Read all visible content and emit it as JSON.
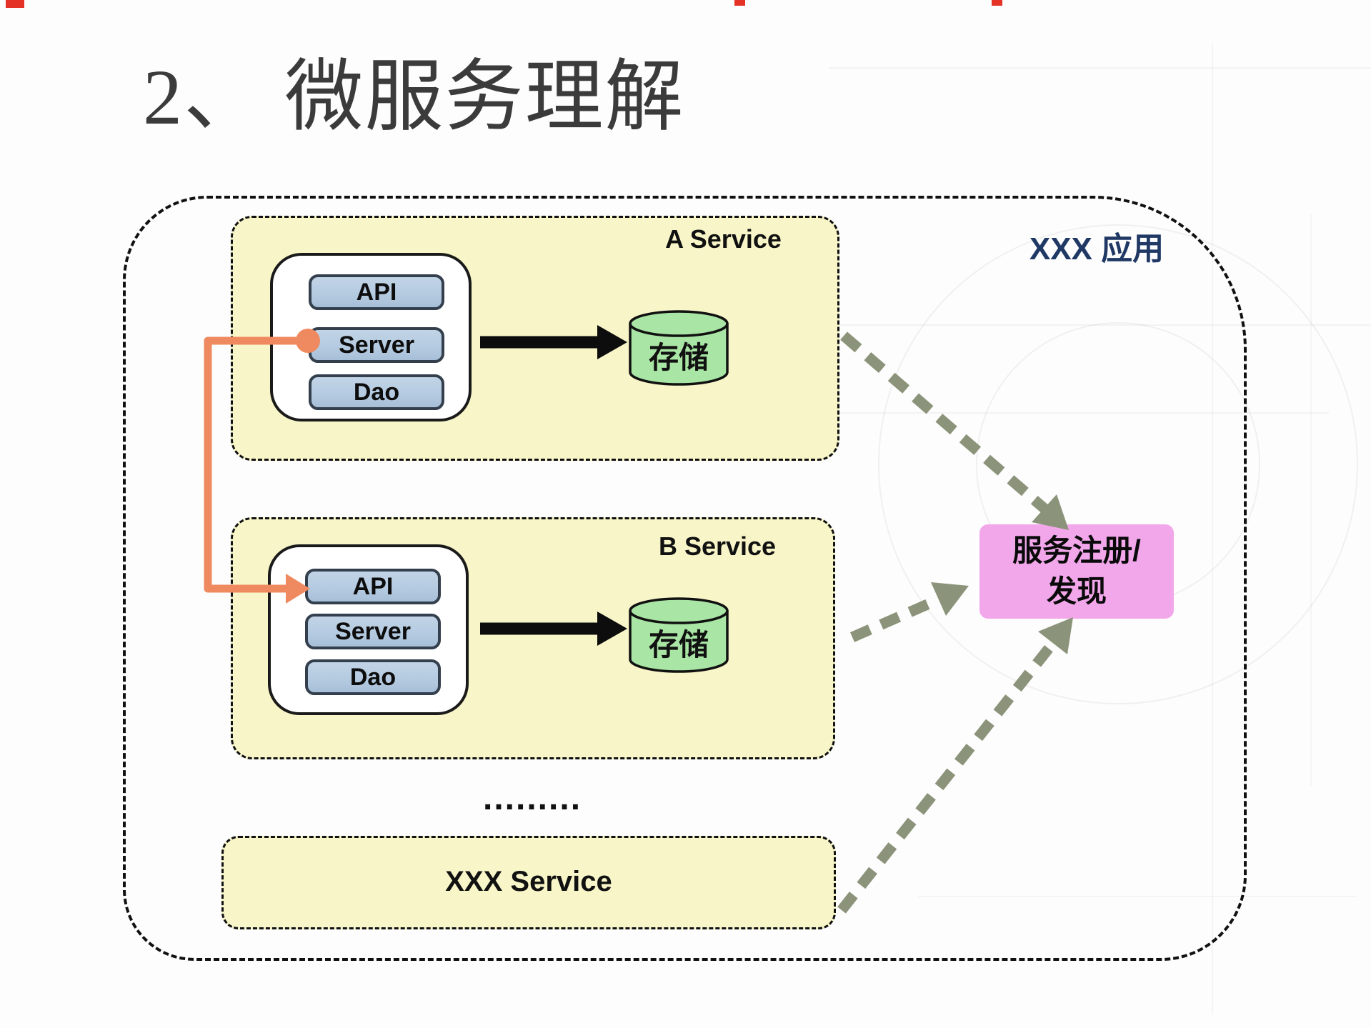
{
  "title": {
    "text": "2、 微服务理解"
  },
  "app_boundary": {
    "label": "XXX 应用"
  },
  "services": {
    "a": {
      "label": "A Service",
      "components": [
        "API",
        "Server",
        "Dao"
      ],
      "storage_label": "存储"
    },
    "b": {
      "label": "B Service",
      "components": [
        "API",
        "Server",
        "Dao"
      ],
      "storage_label": "存储"
    },
    "xxx": {
      "label": "XXX Service"
    },
    "ellipsis": "........."
  },
  "registry": {
    "line1": "服务注册/",
    "line2": "发现"
  },
  "colors": {
    "ink": "#111111",
    "title": "#3b3b3b",
    "service_fill": "#f8f6c8",
    "component_fill": "#b5cbe1",
    "component_border": "#333f4c",
    "storage_fill": "#a9e5a4",
    "registry_fill": "#f2a7eb",
    "app_label": "#1f3864",
    "accent_orange": "#ef8a60",
    "arrow_dashed": "#8b947a",
    "red_mark": "#e53227",
    "bg": "#fdfdfd"
  }
}
